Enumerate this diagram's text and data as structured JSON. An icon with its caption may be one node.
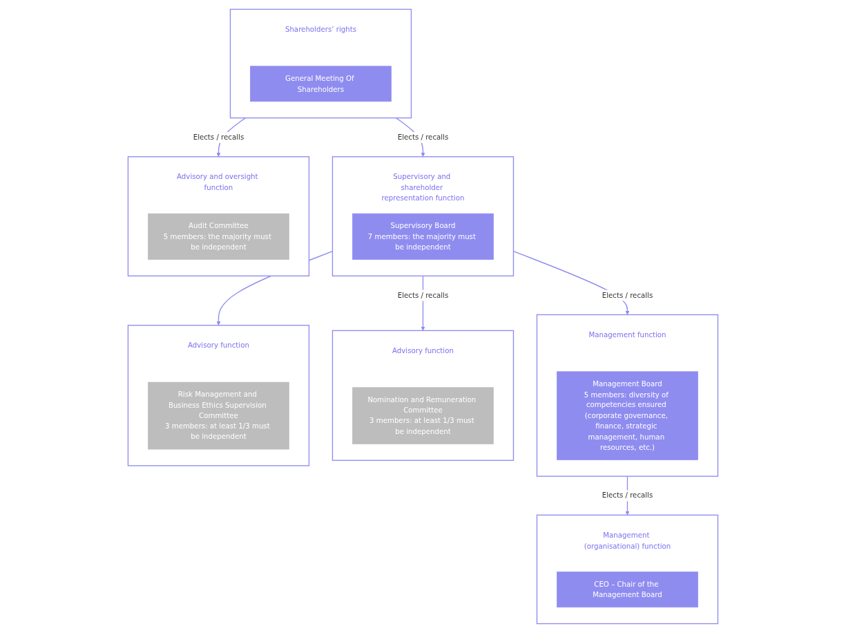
{
  "diagram": {
    "nodes": [
      {
        "text": [
          "Shareholders‘ rights"
        ]
      },
      {
        "text": [
          "General Meeting Of Shareholders"
        ],
        "in": 0
      },
      {
        "text": [
          "Supervisory and shareholder representation function"
        ]
      },
      {
        "text": [
          "Supervisory Board",
          "7 members: the majority must be independent"
        ],
        "in": 2
      },
      {
        "text": [
          "Management function"
        ]
      },
      {
        "text": [
          "Management Board",
          "5 members: diversity of competencies ensured (corporate governance, finance, strategic management, human resources, etc.)"
        ],
        "in": 4
      },
      {
        "text": [
          "Management (organisational) function"
        ]
      },
      {
        "text": [
          "CEO – Chair of the Management Board"
        ],
        "in": 6
      },
      {
        "text": [
          "Advisory and oversight function"
        ]
      },
      {
        "text": [
          "Audit Committee",
          "5 members: the majority must be independent"
        ],
        "in": 8
      },
      {
        "text": [
          "Advisory function"
        ]
      },
      {
        "text": [
          "Nomination and Remuneration Committee",
          "3 members: at least 1/3 must be independent"
        ],
        "in": 10
      },
      {
        "text": [
          "Advisory function"
        ]
      },
      {
        "text": [
          "Risk Management and Business Ethics Supervision Committee",
          "3 members: at least 1/3 must be independent"
        ],
        "in": 12
      }
    ],
    "edges": [
      {
        "from": 0,
        "to": 8,
        "arrow": "to",
        "label": "Elects / recalls"
      },
      {
        "from": 0,
        "to": 2,
        "arrow": "to",
        "label": "Elects / recalls"
      },
      {
        "from": 2,
        "to": 10,
        "arrow": "to",
        "label": "Elects / recalls"
      },
      {
        "from": 2,
        "to": 12,
        "arrow": "to"
      },
      {
        "from": 2,
        "to": 4,
        "arrow": "to",
        "label": "Elects / recalls"
      },
      {
        "from": 4,
        "to": 6,
        "arrow": "to",
        "label": "Elects / recalls"
      }
    ]
  }
}
